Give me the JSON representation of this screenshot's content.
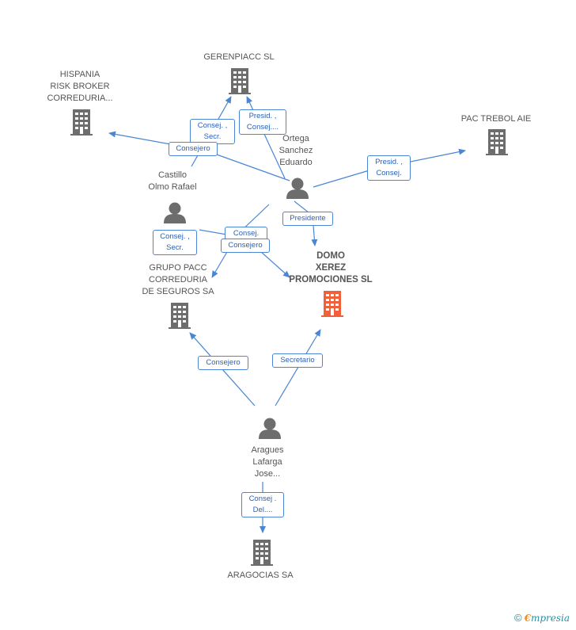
{
  "colors": {
    "edge": "#4a86d4",
    "building": "#6d6d6d",
    "building_highlight": "#f0603a",
    "person": "#6d6d6d"
  },
  "nodes": {
    "gerenpiacc": {
      "label": "GERENPIACC SL",
      "icon": "building-icon"
    },
    "hispania": {
      "label": "HISPANIA\nRISK BROKER\nCORREDURIA...",
      "icon": "building-icon"
    },
    "pac_trebol": {
      "label": "PAC TREBOL AIE",
      "icon": "building-icon"
    },
    "ortega": {
      "label": "Ortega\nSanchez\nEduardo",
      "icon": "person-icon"
    },
    "castillo": {
      "label": "Castillo\nOlmo Rafael",
      "icon": "person-icon"
    },
    "grupo_pacc": {
      "label": "GRUPO PACC\nCORREDURIA\nDE SEGUROS SA",
      "icon": "building-icon"
    },
    "domo": {
      "label": "DOMO\nXEREZ\nPROMOCIONES SL",
      "icon": "building-icon"
    },
    "aragues": {
      "label": "Aragues\nLafarga\nJose...",
      "icon": "person-icon"
    },
    "aragocias": {
      "label": "ARAGOCIAS SA",
      "icon": "building-icon"
    }
  },
  "edges": {
    "castillo_gerenpiacc": "Consej. ,\nSecr.",
    "ortega_gerenpiacc": "Presid. ,\nConsej....",
    "ortega_hispania": "Consejero",
    "ortega_pactrebol": "Presid. ,\nConsej.",
    "ortega_domo": "Presidente",
    "castillo_grupo": "Consej. ,\nSecr.",
    "castillo_domo_a": "Consej.",
    "castillo_domo_b": "Consejero",
    "aragues_grupo": "Consejero",
    "aragues_domo": "Secretario",
    "aragues_aragocias": "Consej .\nDel...."
  },
  "footer": {
    "copyright": "©",
    "brand_first": "€",
    "brand_rest": "mpresia"
  }
}
